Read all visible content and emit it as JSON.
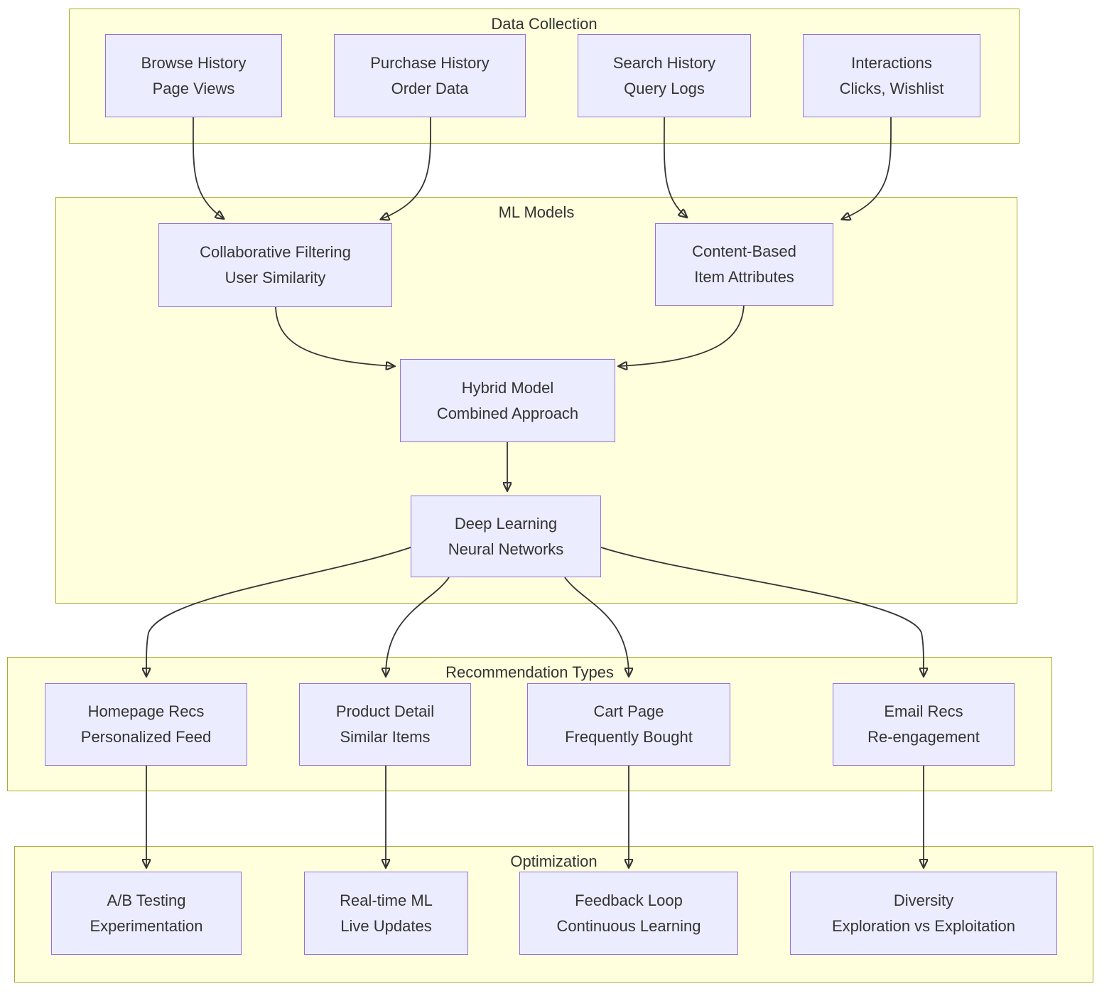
{
  "diagram": {
    "type": "flowchart",
    "direction": "top-down",
    "colors": {
      "cluster_fill": "#ffffde",
      "cluster_border": "#aaaa33",
      "node_fill": "#ECECFF",
      "node_border": "#9370DB",
      "edge": "#333333",
      "text": "#333333",
      "background": "#ffffff"
    },
    "clusters": [
      {
        "id": "data_collection",
        "title": "Data Collection"
      },
      {
        "id": "ml_models",
        "title": "ML Models"
      },
      {
        "id": "recommendation_types",
        "title": "Recommendation Types"
      },
      {
        "id": "optimization",
        "title": "Optimization"
      }
    ],
    "nodes": {
      "browse_history": {
        "line1": "Browse History",
        "line2": "Page Views"
      },
      "purchase_history": {
        "line1": "Purchase History",
        "line2": "Order Data"
      },
      "search_history": {
        "line1": "Search History",
        "line2": "Query Logs"
      },
      "interactions": {
        "line1": "Interactions",
        "line2": "Clicks, Wishlist"
      },
      "collaborative_filtering": {
        "line1": "Collaborative Filtering",
        "line2": "User Similarity"
      },
      "content_based": {
        "line1": "Content-Based",
        "line2": "Item Attributes"
      },
      "hybrid_model": {
        "line1": "Hybrid Model",
        "line2": "Combined Approach"
      },
      "deep_learning": {
        "line1": "Deep Learning",
        "line2": "Neural Networks"
      },
      "homepage_recs": {
        "line1": "Homepage Recs",
        "line2": "Personalized Feed"
      },
      "product_detail": {
        "line1": "Product Detail",
        "line2": "Similar Items"
      },
      "cart_page": {
        "line1": "Cart Page",
        "line2": "Frequently Bought"
      },
      "email_recs": {
        "line1": "Email Recs",
        "line2": "Re-engagement"
      },
      "ab_testing": {
        "line1": "A/B Testing",
        "line2": "Experimentation"
      },
      "realtime_ml": {
        "line1": "Real-time ML",
        "line2": "Live Updates"
      },
      "feedback_loop": {
        "line1": "Feedback Loop",
        "line2": "Continuous Learning"
      },
      "diversity": {
        "line1": "Diversity",
        "line2": "Exploration vs Exploitation"
      }
    },
    "edges": [
      {
        "from": "browse_history",
        "to": "collaborative_filtering"
      },
      {
        "from": "purchase_history",
        "to": "collaborative_filtering"
      },
      {
        "from": "search_history",
        "to": "content_based"
      },
      {
        "from": "interactions",
        "to": "content_based"
      },
      {
        "from": "collaborative_filtering",
        "to": "hybrid_model"
      },
      {
        "from": "content_based",
        "to": "hybrid_model"
      },
      {
        "from": "hybrid_model",
        "to": "deep_learning"
      },
      {
        "from": "deep_learning",
        "to": "homepage_recs"
      },
      {
        "from": "deep_learning",
        "to": "product_detail"
      },
      {
        "from": "deep_learning",
        "to": "cart_page"
      },
      {
        "from": "deep_learning",
        "to": "email_recs"
      },
      {
        "from": "homepage_recs",
        "to": "ab_testing"
      },
      {
        "from": "product_detail",
        "to": "realtime_ml"
      },
      {
        "from": "cart_page",
        "to": "feedback_loop"
      },
      {
        "from": "email_recs",
        "to": "diversity"
      }
    ]
  }
}
